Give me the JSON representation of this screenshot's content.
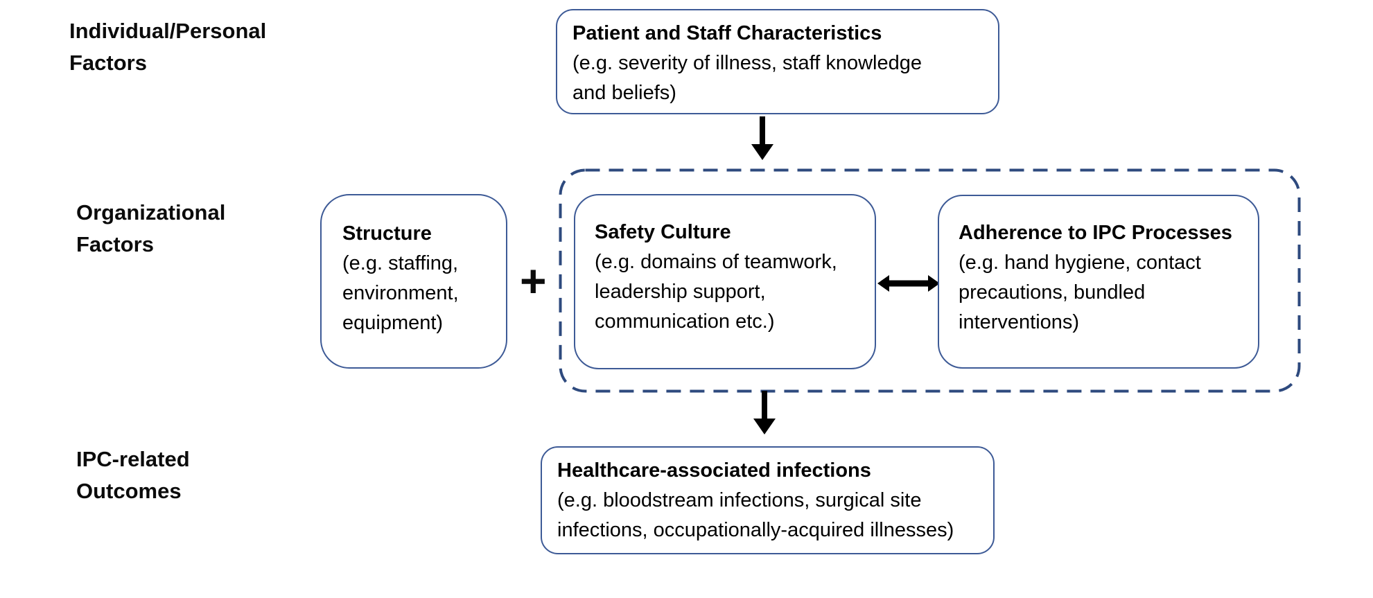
{
  "figure": {
    "background_color": "#ffffff",
    "colors": {
      "solid_box_border": "#3d5a96",
      "dashed_group_border": "#2e4a7e",
      "arrow": "#000000",
      "text": "#000000"
    },
    "row_labels": {
      "individual": "Individual/Personal\nFactors",
      "organizational": "Organizational\nFactors",
      "outcomes": "IPC-related\nOutcomes"
    },
    "plus_sign": "+",
    "boxes": {
      "patient_staff": {
        "title": "Patient and Staff Characteristics",
        "desc": "(e.g. severity of illness, staff knowledge\nand beliefs)"
      },
      "structure": {
        "title": "Structure",
        "desc": "(e.g. staffing,\nenvironment,\nequipment)"
      },
      "safety_culture": {
        "title": "Safety Culture",
        "desc": "(e.g. domains of teamwork,\nleadership support,\ncommunication etc.)"
      },
      "adherence": {
        "title": "Adherence to IPC Processes",
        "desc": "(e.g. hand hygiene, contact\nprecautions, bundled\ninterventions)"
      },
      "infections": {
        "title": "Healthcare-associated infections",
        "desc": "(e.g. bloodstream infections, surgical site\ninfections, occupationally-acquired illnesses)"
      }
    }
  }
}
